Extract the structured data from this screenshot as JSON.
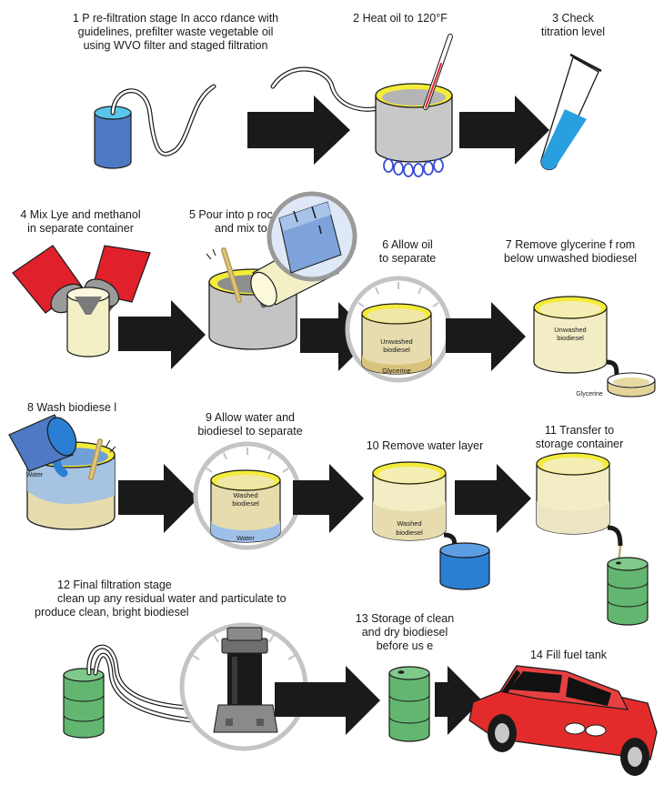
{
  "colors": {
    "arrow": "#1a1a1a",
    "oil_yellow": "#efe37a",
    "rim_yellow": "#f3ec3a",
    "biodiesel": "#e6dcae",
    "glycerine": "#d9c27b",
    "water": "#6fa0d8",
    "wash_water": "#2a7fd4",
    "lye_red": "#e0212c",
    "drum_green": "#63b66f",
    "car_red": "#e32b2b",
    "filter_blue": "#4f79c4",
    "flame_blue": "#3b4fd0",
    "dial_gray": "#c4c4c4"
  },
  "steps": [
    {
      "id": 1,
      "lines": [
        "1 P re-filtration stage      In acco rdance with",
        "guidelines, prefilter waste vegetable oil",
        "using WVO filter and staged filtration"
      ]
    },
    {
      "id": 2,
      "lines": [
        "2 Heat oil to 120°F"
      ]
    },
    {
      "id": 3,
      "lines": [
        "3 Check",
        "titration level"
      ]
    },
    {
      "id": 4,
      "lines": [
        "4  Mix  Lye and methanol",
        "in separate container"
      ]
    },
    {
      "id": 5,
      "lines": [
        "5  Pour into p roces",
        "and mix to  read"
      ]
    },
    {
      "id": 6,
      "lines": [
        "6  Allow oil",
        "to separate"
      ]
    },
    {
      "id": 7,
      "lines": [
        "7  Remove glycerine f  rom",
        "below unwashed biodiesel"
      ]
    },
    {
      "id": 8,
      "lines": [
        "8   Wash biodiese l"
      ]
    },
    {
      "id": 9,
      "lines": [
        "9  Allow water and",
        "biodiesel to separate"
      ]
    },
    {
      "id": 10,
      "lines": [
        "10 Remove water layer"
      ]
    },
    {
      "id": 11,
      "lines": [
        "11  Transfer to",
        "storage container"
      ]
    },
    {
      "id": 12,
      "lines": [
        "12 Final filtration stage",
        "clean up any  residual water and particulate to",
        "produce clean, bright biodiesel"
      ]
    },
    {
      "id": 13,
      "lines": [
        "13 Storage of clean",
        "and dry biodiesel",
        "before us e"
      ]
    },
    {
      "id": 14,
      "lines": [
        "14 Fill fuel tank"
      ]
    }
  ],
  "layer_labels": {
    "step6_top": [
      "Unwashed",
      "biodiesel"
    ],
    "step6_bottom": "Glycerine",
    "step7_top": [
      "Unwashed",
      "biodiesel"
    ],
    "step7_dish": "Glycerine",
    "step8_water": "Water",
    "step9_top": [
      "Washed",
      "biodiesel"
    ],
    "step9_bottom": "Water",
    "step10_top": [
      "Washed",
      "biodiesel"
    ]
  }
}
